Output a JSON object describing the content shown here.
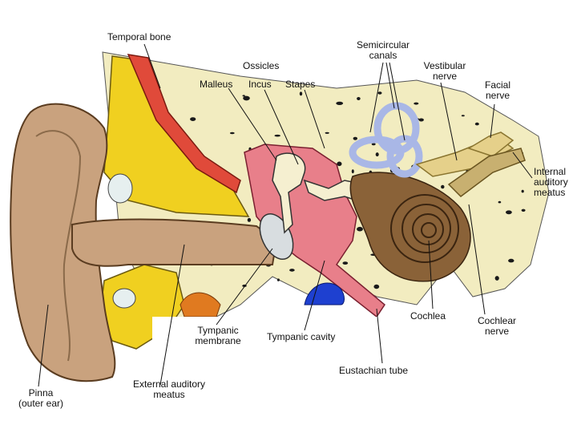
{
  "labels": {
    "temporal_bone": "Temporal bone",
    "ossicles": "Ossicles",
    "malleus": "Malleus",
    "incus": "Incus",
    "stapes": "Stapes",
    "semicircular_canals_1": "Semicircular",
    "semicircular_canals_2": "canals",
    "vestibular_nerve_1": "Vestibular",
    "vestibular_nerve_2": "nerve",
    "facial_nerve_1": "Facial",
    "facial_nerve_2": "nerve",
    "internal_auditory_meatus_1": "Internal",
    "internal_auditory_meatus_2": "auditory",
    "internal_auditory_meatus_3": "meatus",
    "tympanic_membrane_1": "Tympanic",
    "tympanic_membrane_2": "membrane",
    "tympanic_cavity": "Tympanic cavity",
    "cochlea": "Cochlea",
    "cochlear_nerve_1": "Cochlear",
    "cochlear_nerve_2": "nerve",
    "eustachian_tube": "Eustachian tube",
    "pinna_1": "Pinna",
    "pinna_2": "(outer ear)",
    "external_auditory_meatus_1": "External auditory",
    "external_auditory_meatus_2": "meatus"
  },
  "colors": {
    "bone": "#f2ecc0",
    "bone_pore": "#1a1a1a",
    "marrow": "#f0d020",
    "skin": "#c9a27e",
    "skin_dark": "#9c7758",
    "artery": "#e04a3a",
    "middle_ear": "#e87f8a",
    "cochlea": "#8a6238",
    "canals": "#a9b7e6",
    "nerve": "#e5d08a",
    "blue_vessel": "#1e40d0",
    "orange_tissue": "#e07a20"
  }
}
